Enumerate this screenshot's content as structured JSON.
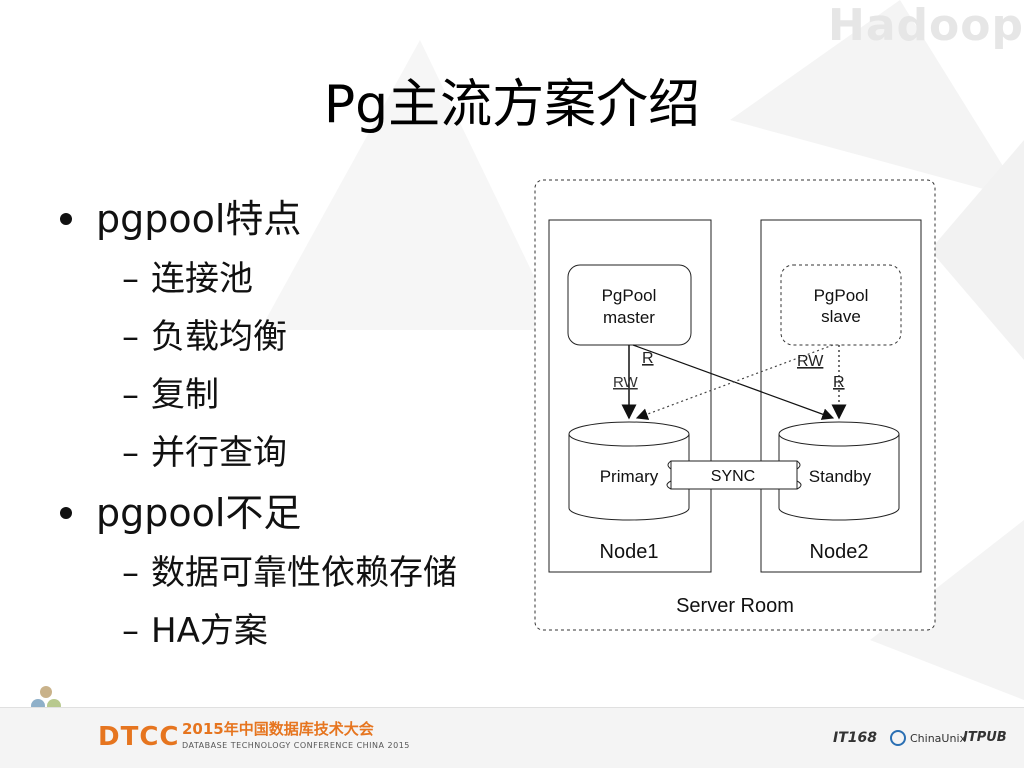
{
  "watermark": "Hadoop",
  "title": "Pg主流方案介绍",
  "bullets": [
    {
      "text": "pgpool特点",
      "subs": [
        "连接池",
        "负载均衡",
        "复制",
        "并行查询"
      ]
    },
    {
      "text": "pgpool不足",
      "subs": [
        "数据可靠性依赖存储",
        "HA方案"
      ]
    }
  ],
  "diagram": {
    "room_label": "Server Room",
    "node1_label": "Node1",
    "node2_label": "Node2",
    "pgpool_master": [
      "PgPool",
      "master"
    ],
    "pgpool_slave": [
      "PgPool",
      "slave"
    ],
    "db_primary": "Primary",
    "db_standby": "Standby",
    "sync_label": "SYNC",
    "arrow_labels": {
      "r_left": "R",
      "rw_left": "RW",
      "rw_right": "RW",
      "r_right": "R"
    }
  },
  "footer": {
    "dtcc": "DTCC",
    "conf_cn": "2015年中国数据库技术大会",
    "conf_en": "DATABASE TECHNOLOGY CONFERENCE CHINA 2015",
    "logo_it168": "IT168",
    "logo_chinaunix": "ChinaUnix",
    "logo_itpub": "ITPUB"
  },
  "colors": {
    "accent": "#e6751f",
    "line": "#111111",
    "dashed": "#555555"
  }
}
